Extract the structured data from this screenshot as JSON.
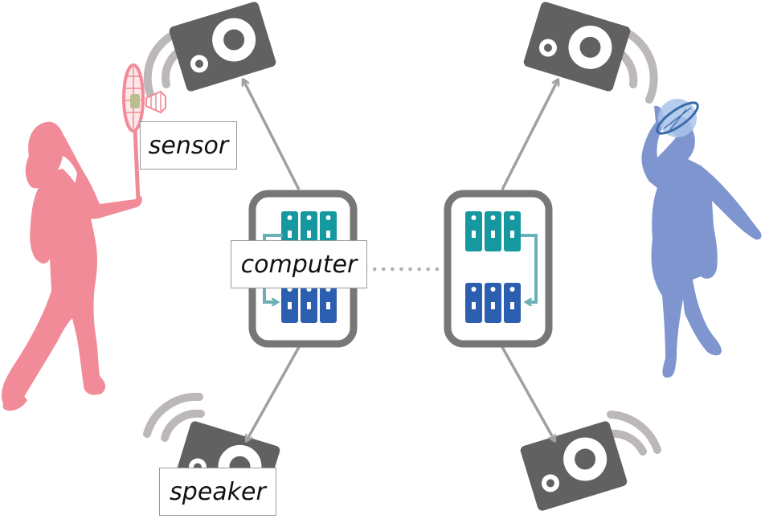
{
  "labels": {
    "sensor": "sensor",
    "computer": "computer",
    "speaker": "speaker"
  },
  "colors": {
    "player_left": "#f28b98",
    "player_right": "#7e95cf",
    "speaker_body": "#616161",
    "sound_wave": "#bdb8b8",
    "computer_frame": "#777777",
    "arrow": "#a0a0a0",
    "server_teal": "#1598a0",
    "server_blue": "#2d5fb1",
    "feedback_arrow": "#6ab0b8",
    "link_dots": "#b0b0b0"
  },
  "icons": [
    "speaker-icon",
    "computer-icon",
    "server-icon",
    "player-silhouette",
    "badminton-racket-icon",
    "shuttlecock-icon"
  ]
}
